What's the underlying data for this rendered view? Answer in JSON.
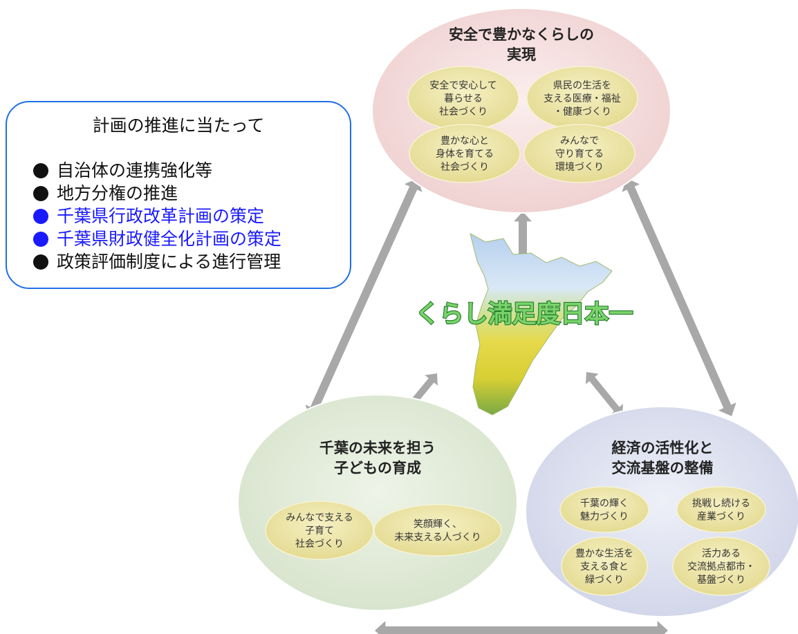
{
  "panel": {
    "title": "計画の推進に当たって",
    "items": [
      {
        "text": "自治体の連携強化等",
        "color": "#111111"
      },
      {
        "text": "地方分権の推進",
        "color": "#111111"
      },
      {
        "text": "千葉県行政改革計画の策定",
        "color": "#1a1aff"
      },
      {
        "text": "千葉県財政健全化計画の策定",
        "color": "#1a1aff"
      },
      {
        "text": "政策評価制度による進行管理",
        "color": "#111111"
      }
    ]
  },
  "slogan": "くらし満足度日本一",
  "pillars": {
    "top": {
      "title": [
        "安全で豊かなくらしの",
        "実現"
      ],
      "color": "#f5dcdc",
      "sub": [
        [
          "安全で安心して",
          "暮らせる",
          "社会づくり"
        ],
        [
          "県民の生活を",
          "支える医療・福祉",
          "・健康づくり"
        ],
        [
          "豊かな心と",
          "身体を育てる",
          "社会づくり"
        ],
        [
          "みんなで",
          "守り育てる",
          "環境づくり"
        ]
      ]
    },
    "left": {
      "title": [
        "千葉の未来を担う",
        "子どもの育成"
      ],
      "color": "#e3ecda",
      "sub": [
        [
          "みんなで支える",
          "子育て",
          "社会づくり"
        ],
        [
          "笑顔輝く、",
          "未来支える人づくり"
        ]
      ]
    },
    "right": {
      "title": [
        "経済の活性化と",
        "交流基盤の整備"
      ],
      "color": "#dde1ef",
      "sub": [
        [
          "千葉の輝く",
          "魅力づくり"
        ],
        [
          "挑戦し続ける",
          "産業づくり"
        ],
        [
          "豊かな生活を",
          "支える食と",
          "緑づくり"
        ],
        [
          "活力ある",
          "交流拠点都市・",
          "基盤づくり"
        ]
      ]
    }
  },
  "colors": {
    "accent_blue": "#1f6fe6",
    "sub_ellipse": "#ece6a8",
    "arrow": "#a8a8a8"
  }
}
